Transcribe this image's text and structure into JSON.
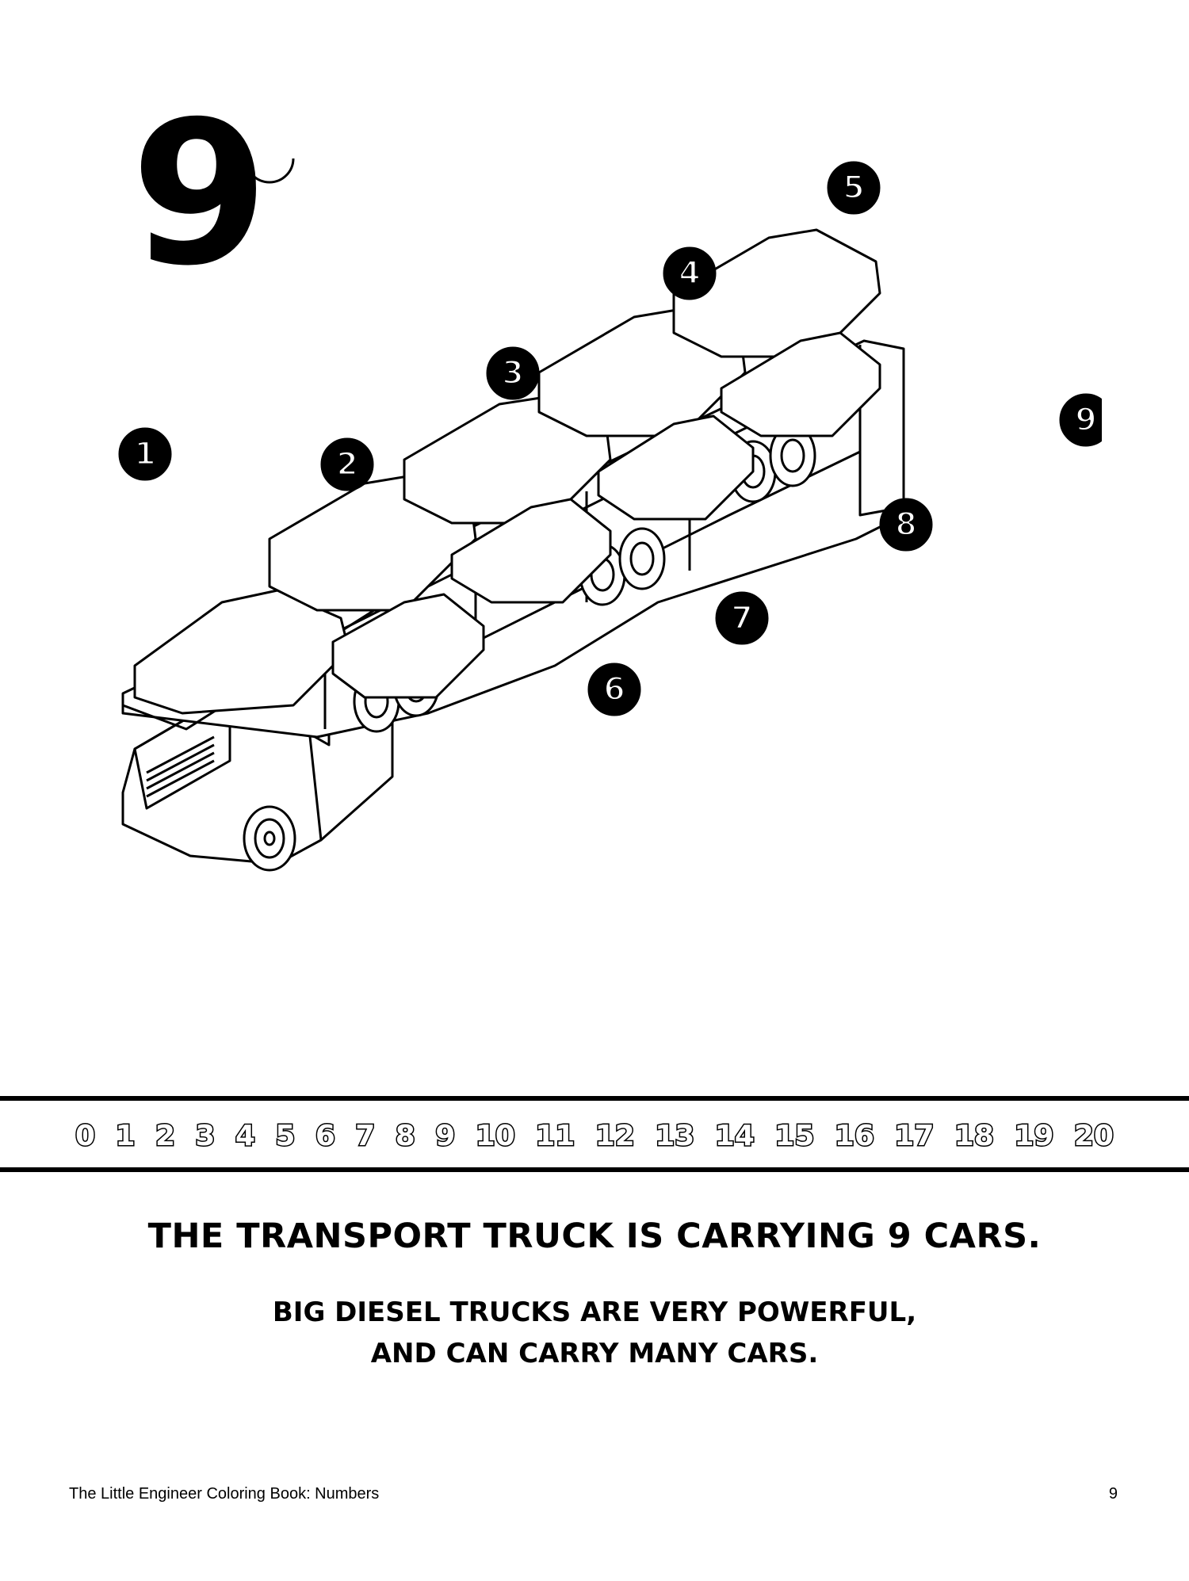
{
  "page": {
    "big_number": "9",
    "headline": "THE TRANSPORT TRUCK IS CARRYING 9 CARS.",
    "subtext_line1": "BIG DIESEL TRUCKS ARE VERY POWERFUL,",
    "subtext_line2": "AND CAN CARRY MANY CARS.",
    "footer_title": "The Little Engineer Coloring Book: Numbers",
    "page_number": "9"
  },
  "number_strip": [
    "0",
    "1",
    "2",
    "3",
    "4",
    "5",
    "6",
    "7",
    "8",
    "9",
    "10",
    "11",
    "12",
    "13",
    "14",
    "15",
    "16",
    "17",
    "18",
    "19",
    "20"
  ],
  "car_badges": [
    "1",
    "2",
    "3",
    "4",
    "5",
    "6",
    "7",
    "8",
    "9"
  ],
  "colors": {
    "ink": "#000000",
    "paper": "#ffffff"
  }
}
